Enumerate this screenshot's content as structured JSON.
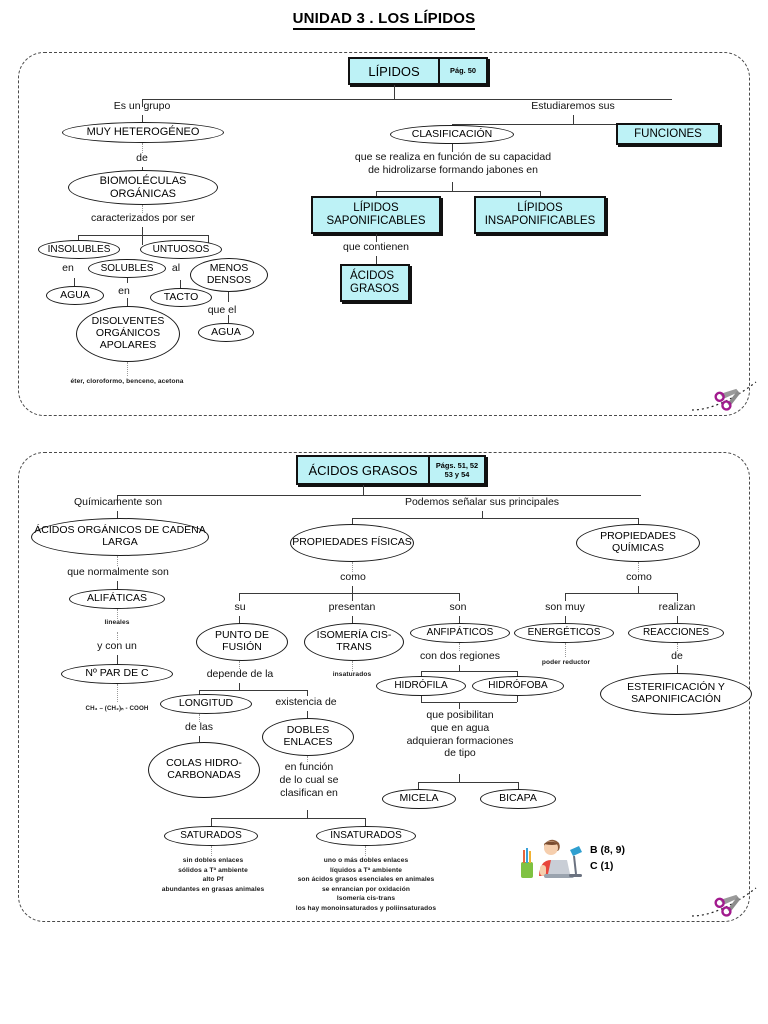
{
  "document": {
    "title": "UNIDAD 3 . LOS LÍPIDOS"
  },
  "colors": {
    "node_fill": "#bdf2f6",
    "node_border": "#111111",
    "line": "#3a3a3a",
    "scissors": "#a21a8e"
  },
  "panel1": {
    "header": {
      "label": "LÍPIDOS",
      "pages": "Pág. 50"
    },
    "links": {
      "es_un_grupo": "Es un grupo",
      "estudiaremos_sus": "Estudiaremos sus",
      "de": "de",
      "caracterizados": "caracterizados por ser",
      "en1": "en",
      "en2": "en",
      "al": "al",
      "que_el": "que el",
      "que_se_realiza": "que se realiza en función de su capacidad\nde hidrolizarse formando jabones en",
      "que_contienen": "que contienen"
    },
    "nodes": {
      "muy_heterogeneo": "MUY HETEROGÉNEO",
      "biomoleculas": "BIOMOLÉCULAS\nORGÁNICAS",
      "insolubles": "INSOLUBLES",
      "untuosos": "UNTUOSOS",
      "solubles": "SOLUBLES",
      "menos_densos": "MENOS\nDENSOS",
      "agua1": "AGUA",
      "tacto": "TACTO",
      "agua2": "AGUA",
      "disolventes": "DISOLVENTES\nORGÁNICOS\nAPOLARES",
      "clasificacion": "CLASIFICACIÓN",
      "funciones": "FUNCIONES",
      "lipidos_sap": "LÍPIDOS\nSAPONIFICABLES",
      "lipidos_insap": "LÍPIDOS\nINSAPONIFICABLES",
      "acidos_grasos": "ÁCIDOS\nGRASOS"
    },
    "notes": {
      "disolventes_examples": "éter, cloroformo, benceno, acetona"
    }
  },
  "panel2": {
    "header": {
      "label": "ÁCIDOS GRASOS",
      "pages": "Págs. 51, 52\n53 y 54"
    },
    "links": {
      "quimicamente_son": "Químicamente son",
      "podemos_senalar": "Podemos señalar sus principales",
      "que_normalmente_son": "que normalmente son",
      "y_con_un": "y con un",
      "como1": "como",
      "como2": "como",
      "su": "su",
      "presentan": "presentan",
      "son": "son",
      "son_muy": "son muy",
      "realizan": "realizan",
      "depende_de_la": "depende de la",
      "de_las": "de las",
      "existencia_de": "existencia de",
      "en_funcion": "en función\nde lo cual se\nclasifican  en",
      "con_dos_regiones": "con dos regiones",
      "que_posibilitan": "que posibilitan\nque en agua\nadquieran formaciones\nde tipo",
      "de": "de"
    },
    "nodes": {
      "acidos_organicos": "ÁCIDOS ORGÁNICOS DE\nCADENA LARGA",
      "alifaticas": "ALIFÁTICAS",
      "n_par_de_c": "Nº PAR DE C",
      "propiedades_fisicas": "PROPIEDADES\nFÍSICAS",
      "propiedades_quimicas": "PROPIEDADES\nQUÍMICAS",
      "punto_de_fusion": "PUNTO DE\nFUSIÓN",
      "isomeria": "ISOMERÍA\nCIS-TRANS",
      "anfipaticos": "ANFIPÁTICOS",
      "energeticos": "ENERGÉTICOS",
      "reacciones": "REACCIONES",
      "longitud": "LONGITUD",
      "dobles_enlaces": "DOBLES\nENLACES",
      "colas": "COLAS\nHIDRO-\nCARBONADAS",
      "hidrofila": "HIDRÓFILA",
      "hidrofoba": "HIDRÓFOBA",
      "esterificacion": "ESTERIFICACIÓN\nY SAPONIFICACIÓN",
      "micela": "MICELA",
      "bicapa": "BICAPA",
      "saturados": "SATURADOS",
      "insaturados": "INSATURADOS"
    },
    "notes": {
      "lineales": "lineales",
      "formula": "CH₃ – (CH₂)ₙ - COOH",
      "insaturados_note": "insaturados",
      "poder_reductor": "poder reductor",
      "saturados_detail": "sin dobles enlaces\nsólidos a Tª ambiente\nalto Pf\nabundantes en grasas animales",
      "insaturados_detail": "uno o más dobles enlaces\nlíquidos a Tª ambiente\nson ácidos grasos esenciales en animales\nse enrancian por oxidación\nIsomería cis-trans\nlos hay monoinsaturados y poliinsaturados"
    },
    "illustration": {
      "caption": "B (8, 9)\nC (1)",
      "icon": "student-at-laptop-icon"
    }
  }
}
